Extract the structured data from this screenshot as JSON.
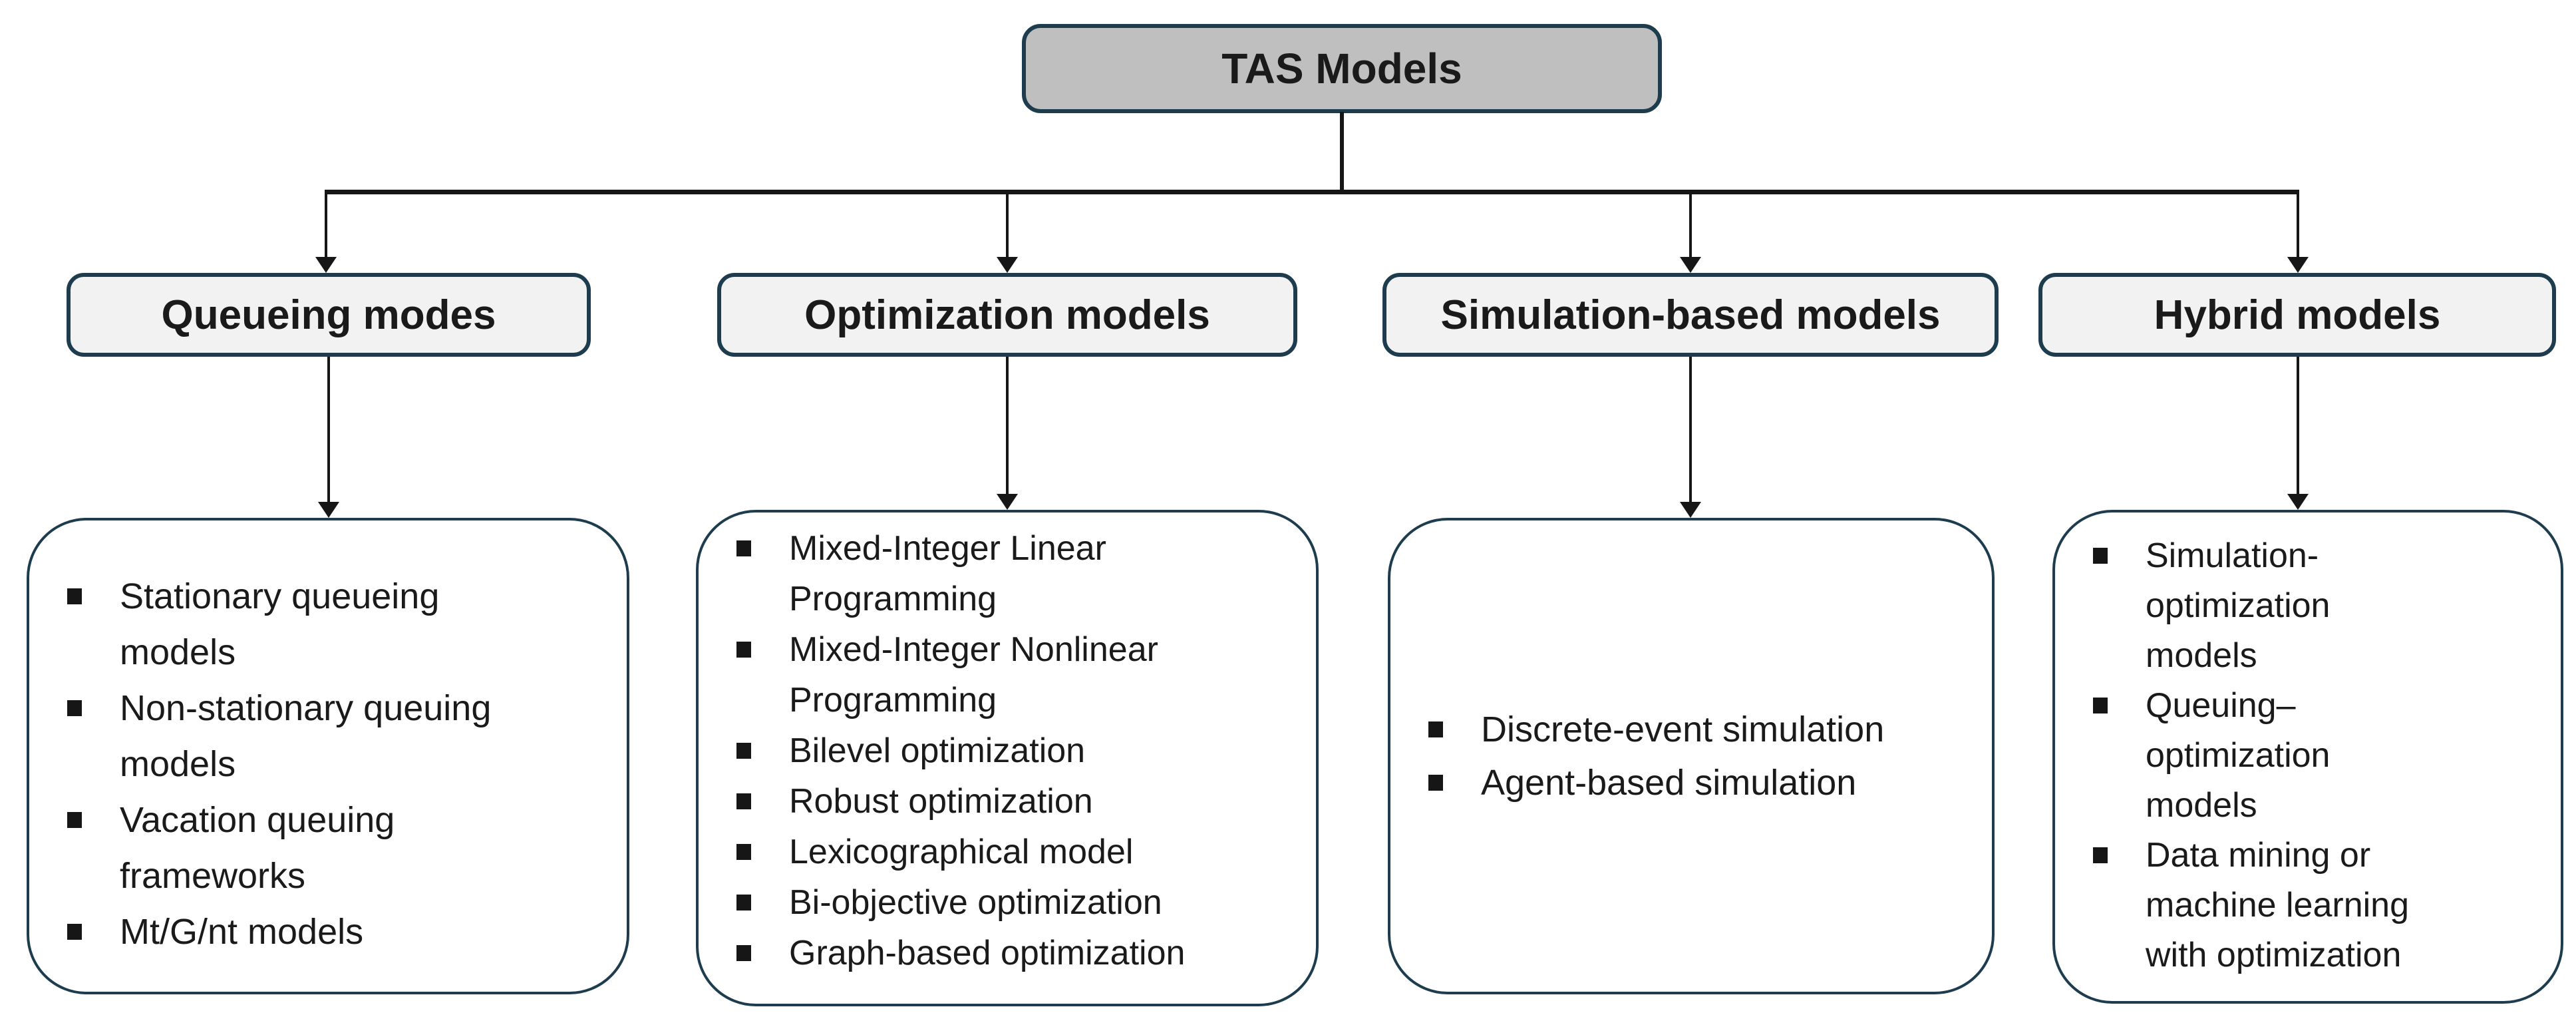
{
  "root": {
    "label": "TAS Models"
  },
  "branches": [
    {
      "label": "Queueing modes",
      "items": [
        "Stationary queueing models",
        "Non-stationary queuing models",
        "Vacation queuing frameworks",
        "Mt/G/nt models"
      ]
    },
    {
      "label": "Optimization models",
      "items": [
        "Mixed-Integer Linear Programming",
        "Mixed-Integer Nonlinear Programming",
        "Bilevel optimization",
        "Robust optimization",
        "Lexicographical model",
        "Bi-objective optimization",
        "Graph-based optimization"
      ]
    },
    {
      "label": "Simulation-based models",
      "items": [
        "Discrete-event simulation",
        "Agent-based simulation"
      ]
    },
    {
      "label": "Hybrid models",
      "items": [
        "Simulation-optimization models",
        "Queuing–optimization models",
        "Data mining or machine learning with optimization"
      ]
    }
  ],
  "colors": {
    "border": "#1d3c4e",
    "root_fill": "#bfbfbf",
    "branch_fill": "#f2f2f2",
    "leaf_fill": "#ffffff",
    "connector": "#161616",
    "text": "#1a1a1a"
  }
}
